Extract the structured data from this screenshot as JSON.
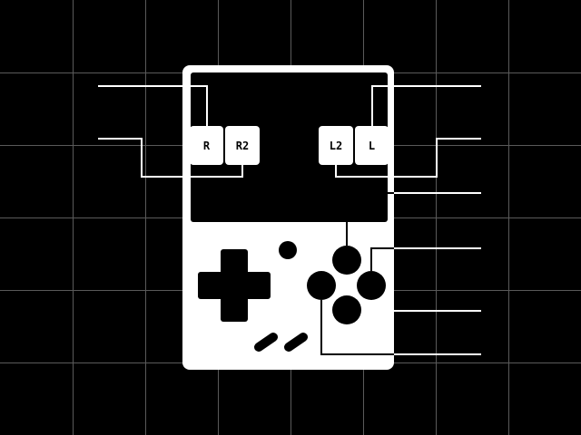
{
  "colors": {
    "background": "#000000",
    "grid": "#5a5a5a",
    "device": "#ffffff",
    "ink": "#000000",
    "callout_line": "#ffffff"
  },
  "shoulder_buttons": [
    {
      "id": "r",
      "label": "R"
    },
    {
      "id": "r2",
      "label": "R2"
    },
    {
      "id": "l2",
      "label": "L2"
    },
    {
      "id": "l",
      "label": "L"
    }
  ],
  "face_buttons": [
    "top",
    "left",
    "right",
    "bottom"
  ],
  "icons": {
    "dpad": "dpad-icon",
    "menu": "menu-button-icon",
    "select_start": "select-start-icon"
  }
}
